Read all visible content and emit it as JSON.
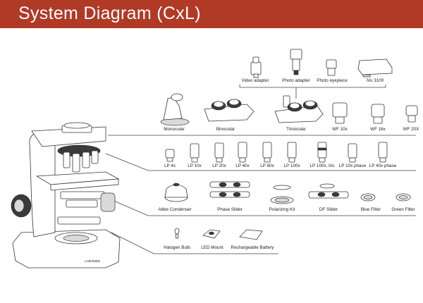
{
  "header": {
    "title": "System Diagram (CxL)"
  },
  "colors": {
    "header_bg": "#b03a26",
    "header_text": "#ffffff",
    "line": "#444444"
  },
  "camera_row": [
    "Video adapter",
    "Photo adapter",
    "Photo eyepiece",
    "iVu 3100"
  ],
  "head_row": [
    "Monocular",
    "Binocular",
    "Trinocular",
    "WF 10x",
    "WF 16x",
    "WF 20X"
  ],
  "objective_row": [
    "LP 4x",
    "LP 10x",
    "LP 20x",
    "LP 40x",
    "LP 60x",
    "LP 100x",
    "LP 100x, Iris",
    "LP 10x phase",
    "LP 40x phase"
  ],
  "condenser_row": [
    "Abbe Condenser",
    "Phase Slider",
    "Polarizing Kit",
    "DF Slider",
    "Blue Filter",
    "Green Filter"
  ],
  "illumination_row": [
    "Halogen Bulb",
    "LED Mount",
    "Rechargeable Battery"
  ],
  "microscope": {
    "brand_mark": "LABOMED"
  }
}
